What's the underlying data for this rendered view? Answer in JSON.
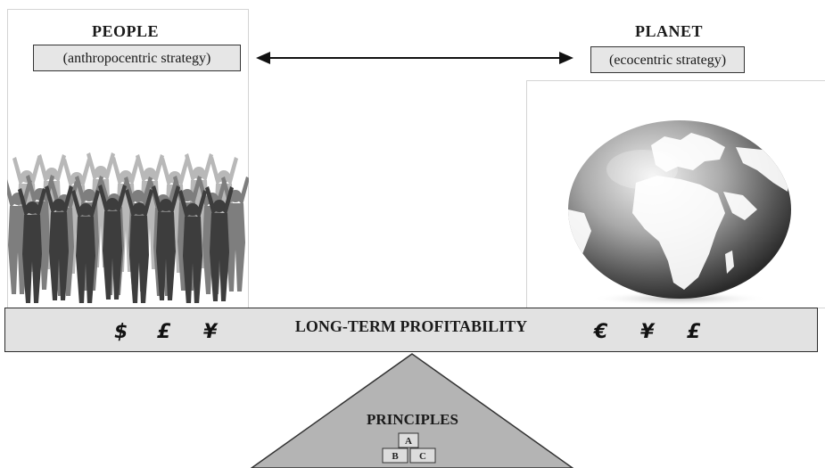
{
  "left": {
    "title": "PEOPLE",
    "strategy": "(anthropocentric strategy)",
    "image": "crowd-of-people-silhouettes"
  },
  "right": {
    "title": "PLANET",
    "strategy": "(ecocentric strategy)",
    "image": "globe-earth"
  },
  "beam": {
    "label": "LONG-TERM PROFITABILITY",
    "left_currencies": [
      "$",
      "£",
      "¥"
    ],
    "right_currencies": [
      "€",
      "¥",
      "£"
    ]
  },
  "fulcrum": {
    "label": "PRINCIPLES",
    "blocks": [
      "A",
      "B",
      "C"
    ]
  },
  "connector": "double-headed-arrow"
}
